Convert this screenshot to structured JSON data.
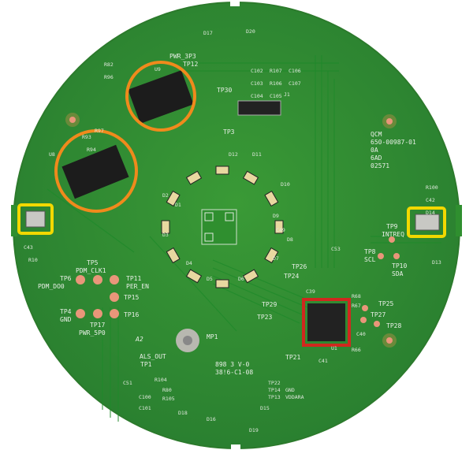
{
  "board": {
    "part_label": [
      "QCM",
      "650-00987-01",
      "0A",
      "6AD",
      "02571"
    ],
    "rev_mark": "A2",
    "mount_label": "MP1",
    "cert_text": [
      "898 3 V-0",
      "38!6-C1-08"
    ],
    "colors": {
      "board": "#2f8f2f",
      "highlight_mic": "#f2d800",
      "highlight_chip": "#d0281e",
      "highlight_ics": "#f08a1c"
    }
  },
  "test_points": [
    {
      "id": "TP5",
      "label": "PDM_CLK1"
    },
    {
      "id": "TP6",
      "label": "PDM_DO0"
    },
    {
      "id": "TP11",
      "label": "PER_EN"
    },
    {
      "id": "TP15",
      "label": ""
    },
    {
      "id": "TP4",
      "label": "GND"
    },
    {
      "id": "TP16",
      "label": ""
    },
    {
      "id": "TP17",
      "label": "PWR_5P0"
    },
    {
      "id": "TP9",
      "label": "INTREQ"
    },
    {
      "id": "TP8",
      "label": "SCL"
    },
    {
      "id": "TP10",
      "label": "SDA"
    },
    {
      "id": "TP12",
      "label": "PWR_3P3"
    },
    {
      "id": "TP30",
      "label": ""
    },
    {
      "id": "TP3",
      "label": ""
    },
    {
      "id": "TP1",
      "label": "ALS_OUT"
    },
    {
      "id": "TP25",
      "label": ""
    },
    {
      "id": "TP27",
      "label": ""
    },
    {
      "id": "TP28",
      "label": ""
    },
    {
      "id": "TP24",
      "label": ""
    },
    {
      "id": "TP26",
      "label": ""
    },
    {
      "id": "TP29",
      "label": ""
    },
    {
      "id": "TP23",
      "label": ""
    },
    {
      "id": "TP21",
      "label": ""
    },
    {
      "id": "TP22",
      "label": ""
    },
    {
      "id": "TP14",
      "label": "GND"
    },
    {
      "id": "TP13",
      "label": "VDDARA"
    }
  ],
  "refdes": [
    "D17",
    "D20",
    "C102",
    "C103",
    "C104",
    "R107",
    "R106",
    "C105",
    "C106",
    "C107",
    "J1",
    "R82",
    "R96",
    "R97",
    "R93",
    "R94",
    "U9",
    "U8",
    "R100",
    "C42",
    "D14",
    "D13",
    "C43",
    "R10",
    "D1",
    "D2",
    "D3",
    "D4",
    "D5",
    "D6",
    "D7",
    "D8",
    "D9",
    "D10",
    "D11",
    "D12",
    "C49",
    "C53",
    "C39",
    "C40",
    "C41",
    "R66",
    "R67",
    "R68",
    "R80",
    "R104",
    "R105",
    "C100",
    "C101",
    "C51",
    "D18",
    "D16",
    "D15",
    "D19",
    "U1"
  ]
}
